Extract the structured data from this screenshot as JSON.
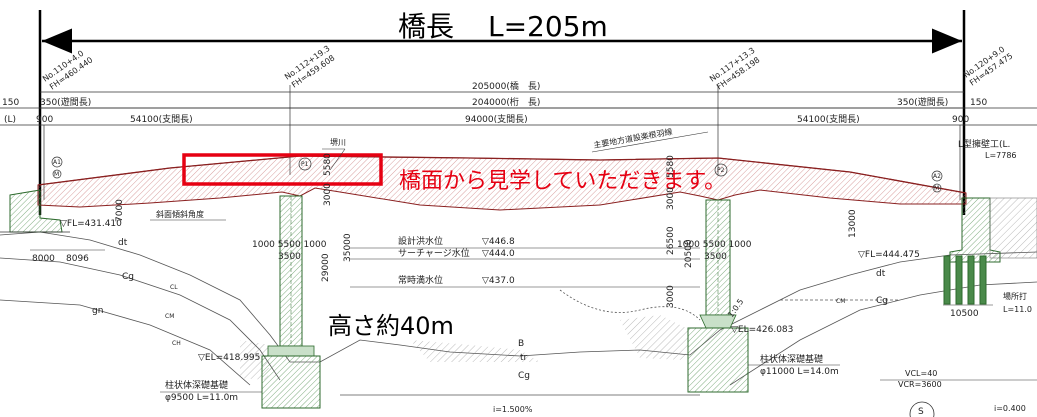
{
  "title": {
    "kana": "橋長",
    "length": "L=205m"
  },
  "callout": "橋面から見学していただきます。",
  "height_note": "高さ約40m",
  "stations": [
    {
      "no": "No.110+4.0",
      "fh": "FH=460.440"
    },
    {
      "no": "No.112+19.3",
      "fh": "FH=459.608"
    },
    {
      "no": "No.117+13.3",
      "fh": "FH=458.198"
    },
    {
      "no": "No.120+9.0",
      "fh": "FH=457.475"
    }
  ],
  "dimensions": {
    "bridge_length": "205000(橋　長)",
    "girder_length": "204000(桁　長)",
    "gap_left": "350(遊間長)",
    "gap_right": "350(遊間長)",
    "edge_left": "150",
    "edge_right": "150",
    "span_left": "54100(支間長)",
    "span_center": "94000(支間長)",
    "span_right": "54100(支間長)",
    "end_left": "900",
    "end_right": "900",
    "left_paren": "(L)"
  },
  "labels": {
    "river": "堺川",
    "road": "主要地方道設楽根羽線",
    "retaining": "L型擁壁工(L.",
    "retaining_len": "L=7786",
    "slope": "斜面傾斜角度",
    "a1": "A1",
    "a2": "A2",
    "p1": "P1",
    "p2": "P2",
    "m": "M"
  },
  "water_levels": [
    {
      "name": "設計洪水位",
      "value": "▽446.8"
    },
    {
      "name": "サーチャージ水位",
      "value": "▽444.0"
    },
    {
      "name": "常時満水位",
      "value": "▽437.0"
    }
  ],
  "levels": {
    "fl_left": "▽FL=431.410",
    "fl_right": "▽FL=444.475",
    "el_p1": "▽EL=418.995",
    "el_p2": "▽EL=426.083"
  },
  "pier_dims": {
    "p1_h1": "5580",
    "p1_h2": "3000",
    "p1_h3": "29000",
    "p1_h4": "35000",
    "p1_w": "1000 5500 1000",
    "p1_w2": "3500",
    "p2_h1": "5580",
    "p2_h2": "3000",
    "p2_h3": "26500",
    "p2_h4": "20500",
    "p2_h5": "3000",
    "p2_w": "1000 5500 1000",
    "p2_w2": "3500",
    "a1_h": "7000",
    "a2_h": "13000",
    "left_w1": "8000",
    "left_w2": "8096",
    "a2_w": "10500"
  },
  "foundations": [
    {
      "name": "柱状体深礎基礎",
      "spec": "φ9500 L=11.0m"
    },
    {
      "name": "柱状体深礎基礎",
      "spec": "φ11000 L=14.0m"
    }
  ],
  "geology": [
    "dt",
    "Cg",
    "CL",
    "gn",
    "CM",
    "CH",
    "B",
    "tr",
    "Cg",
    "dt",
    "CM",
    "Cg"
  ],
  "vcl": "VCL=40",
  "vcr": "VCR=3600",
  "grade_left": "i=1.500%",
  "grade_right": "i=0.400",
  "slope_ratio": "1:0.5",
  "site_cast": "場所打",
  "site_len": "L=11.0",
  "circle_mark": "S"
}
